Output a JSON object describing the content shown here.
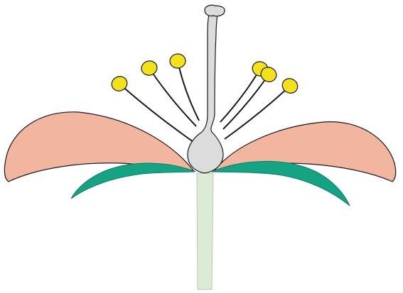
{
  "diagram": {
    "subject": "flower-longitudinal-section",
    "parts": [
      "stalk",
      "sepal-left",
      "sepal-right",
      "petal-left",
      "petal-right",
      "filaments",
      "anthers",
      "ovary",
      "style",
      "stigma"
    ],
    "stamen_count": 6,
    "colors": {
      "background": "#ffffff",
      "outline": "#1a1a1a",
      "petal": "#f2b6a0",
      "sepal": "#14a383",
      "sepal_dark": "#0b7e66",
      "stalk": "#dcebd6",
      "pistil": "#dcdcdc",
      "anther": "#f3e21a",
      "filament": "#1a1a1a"
    }
  }
}
